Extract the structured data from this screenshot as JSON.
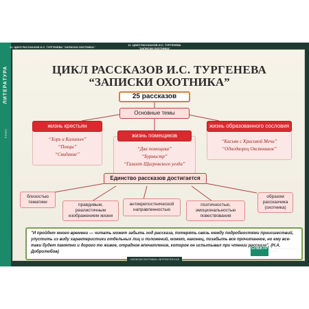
{
  "sidebar": {
    "subject": "ЛИТЕРАТУРА",
    "grade": "6 класс"
  },
  "header": {
    "left": "11. ЦИКЛ РАССКАЗОВ И.С. ТУРГЕНЕВА \"ЗАПИСКИ ОХОТНИКА\"",
    "right": "11. ЦИКЛ РАССКАЗОВ И.С. ТУРГЕНЕВА \"ЗАПИСКИ ОХОТНИКА\""
  },
  "title": {
    "line1": "ЦИКЛ РАССКАЗОВ И.С. ТУРГЕНЕВА",
    "line2": "“ЗАПИСКИ ОХОТНИКА”"
  },
  "count": "25 рассказов",
  "main_themes": "Основные темы",
  "themes": {
    "peasants": {
      "label": "жизнь крестьян",
      "works": [
        "“Хорь и Калиныч”",
        "“Певцы”",
        "“Свидание”"
      ]
    },
    "landowners": {
      "label": "жизнь помещиков",
      "works": [
        "“Два помещика”",
        "“Бурмистр”",
        "“Гамлет Щигровского уезда”"
      ]
    },
    "educated": {
      "label": "жизнь образованного сословия",
      "works": [
        "“Касьян с Красивой Мечи”",
        "“Однодворец Овсянников”"
      ]
    }
  },
  "unity": "Единство рассказов достигается",
  "unity_items": [
    "близостью тематики",
    "правдивым, реалистичным изображением жизни",
    "антикрепостнической направленностью",
    "поэтичностью, эмоциональностью повествования",
    "образом рассказчика (охотника)"
  ],
  "quote": "\"И пройдет много времени — читать может забыть ход рассказа, потерять связь между подробностями происшествий, упустить из виду характеристики отдельных лиц и положений, может, наконец, позабыть все прочитанное, но ему все-таки будет памятно и дорого то живое, отрадное впечатление, которое он испытывал при чтении рассказа\". (Н.А. Добролюбов)",
  "footer": "«ЗАПИСКИ ОХОТНИКА» ЛИТЕРАТУРА 6 КЛ",
  "logo": "СПЕКТР",
  "publisher": "ул. Маршала Бирюзова, д. 34, Москва"
}
